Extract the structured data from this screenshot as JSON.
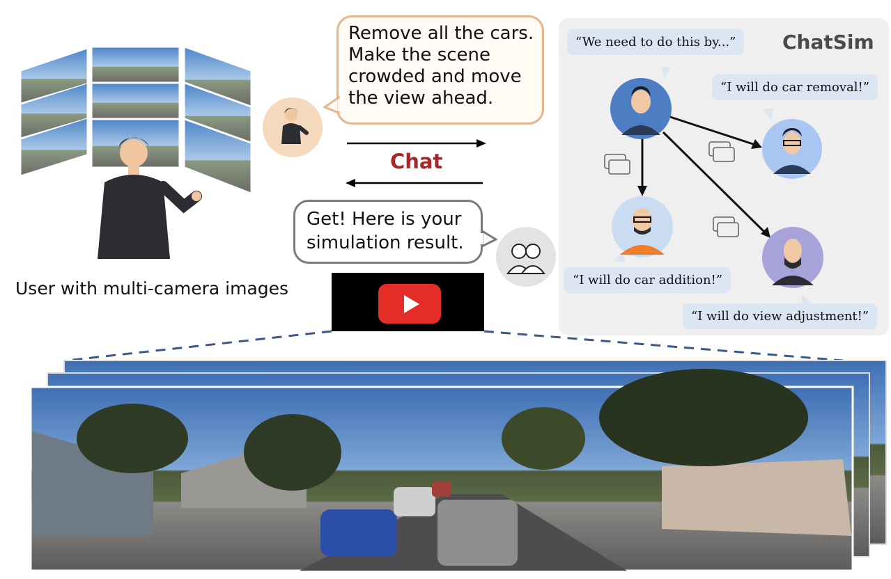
{
  "user_request_lines": [
    "Remove all the cars.",
    "Make the scene",
    "crowded and move",
    "the view ahead."
  ],
  "chat_label": "Chat",
  "bot_reply_lines": [
    "Get! Here is your",
    "simulation result."
  ],
  "user_caption": "User with multi-camera images",
  "system_title": "ChatSim",
  "agents": {
    "leader_speech": "“We need to do this by...”",
    "removal_speech": "“I will do car removal!”",
    "addition_speech": "“I will do car addition!”",
    "view_speech": "“I will do view adjustment!”"
  },
  "icons": {
    "user_avatar": "person-avatar-icon",
    "bot_avatar": "two-agents-avatar-icon",
    "video": "play-button-icon",
    "message": "chat-bubbles-icon"
  },
  "colors": {
    "chat_accent": "#a5282a",
    "user_bubble_border": "#e3b68d",
    "panel_bg": "#efefef",
    "speech_bg": "#dce6f2",
    "play_red": "#e52d27",
    "dashed_line": "#3b5a8a"
  }
}
